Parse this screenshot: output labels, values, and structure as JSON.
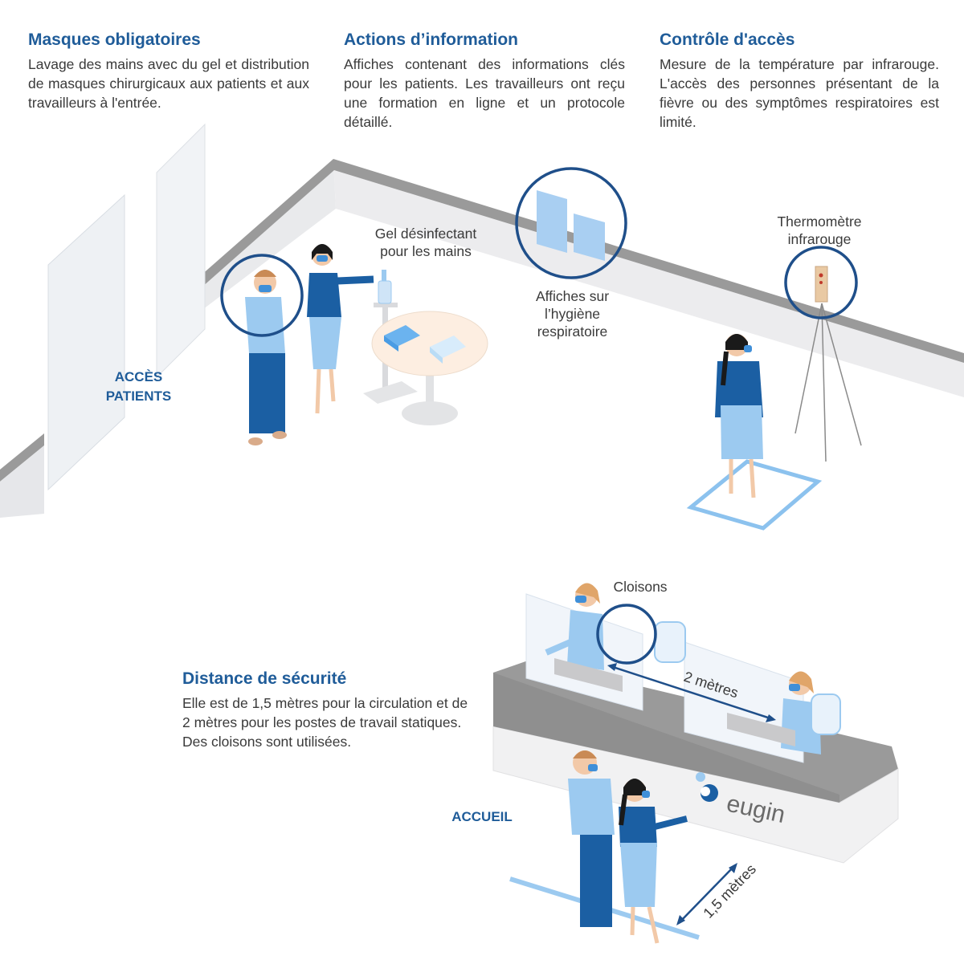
{
  "sections": {
    "masks": {
      "title": "Masques obligatoires",
      "body": "Lavage des mains avec du gel et distribution de masques chirurgicaux aux patients et aux travailleurs à l'entrée."
    },
    "information": {
      "title": "Actions d’information",
      "body": "Affiches contenant des informations clés pour les patients. Les travailleurs ont reçu une formation en ligne et un protocole détaillé."
    },
    "access": {
      "title": "Contrôle d'accès",
      "body": "Mesure de la température par infrarouge. L'accès des personnes présentant de la fièvre ou des symptômes respiratoires est limité."
    },
    "distance": {
      "title": "Distance de sécurité",
      "body": "Elle est de 1,5 mètres pour la circulation et de 2 mètres pour les postes de travail statiques. Des cloisons sont utilisées."
    }
  },
  "labels": {
    "gel_line1": "Gel désinfectant",
    "gel_line2": "pour les mains",
    "posters_line1": "Affiches sur",
    "posters_line2": "l’hygiène",
    "posters_line3": "respiratoire",
    "thermo_line1": "Thermomètre",
    "thermo_line2": "infrarouge",
    "partitions": "Cloisons",
    "two_meters": "2 mètres",
    "one_half_meters": "1,5 mètres"
  },
  "areas": {
    "patients_line1": "ACCÈS",
    "patients_line2": "PATIENTS",
    "reception": "ACCUEIL"
  },
  "brand": {
    "logo_text": "eugin"
  },
  "colors": {
    "title_blue": "#1f5c99",
    "circle_blue": "#1f4f8a",
    "light_blue": "#9ccaf0",
    "dark_blue": "#1b5fa3",
    "wall_gray": "#9a9a9a"
  }
}
